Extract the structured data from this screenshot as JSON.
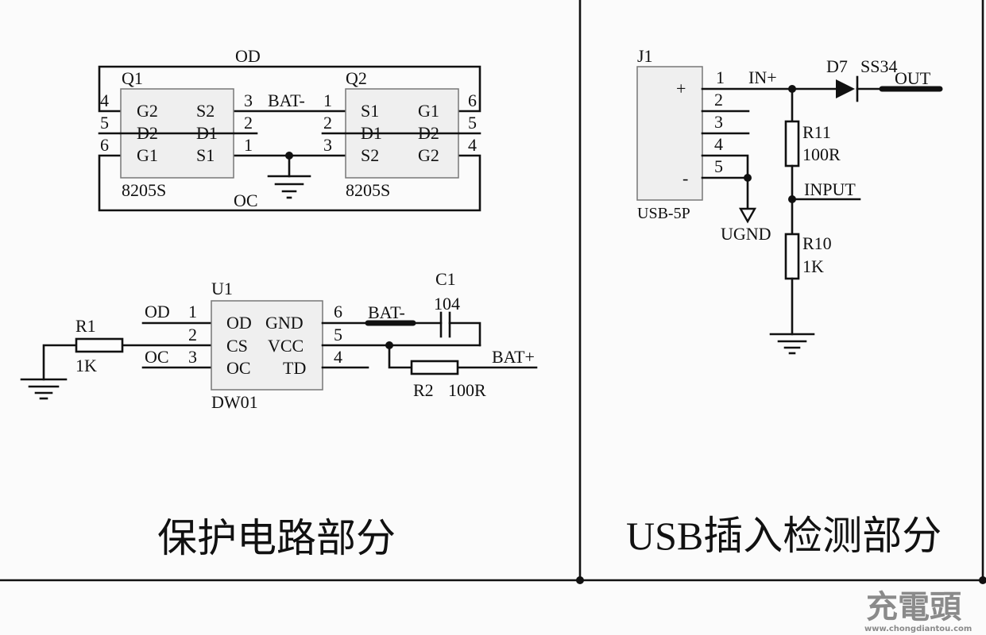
{
  "sections": {
    "protection": {
      "title": "保护电路部分",
      "q1": {
        "ref": "Q1",
        "part": "8205S",
        "pins_left": [
          {
            "num": "4",
            "name": "G2"
          },
          {
            "num": "5",
            "name": "D2"
          },
          {
            "num": "6",
            "name": "G1"
          }
        ],
        "pins_right": [
          {
            "num": "3",
            "name": "S2"
          },
          {
            "num": "2",
            "name": "D1"
          },
          {
            "num": "1",
            "name": "S1"
          }
        ]
      },
      "q2": {
        "ref": "Q2",
        "part": "8205S",
        "pins_left": [
          {
            "num": "1",
            "name": "S1"
          },
          {
            "num": "2",
            "name": "D1"
          },
          {
            "num": "3",
            "name": "S2"
          }
        ],
        "pins_right": [
          {
            "num": "6",
            "name": "G1"
          },
          {
            "num": "5",
            "name": "D2"
          },
          {
            "num": "4",
            "name": "G2"
          }
        ]
      },
      "nets": {
        "od": "OD",
        "oc": "OC",
        "bat_minus": "BAT-",
        "bat_plus": "BAT+"
      },
      "u1": {
        "ref": "U1",
        "part": "DW01",
        "pins_left": [
          {
            "num": "1",
            "name": "OD"
          },
          {
            "num": "2",
            "name": "CS"
          },
          {
            "num": "3",
            "name": "OC"
          }
        ],
        "pins_right": [
          {
            "num": "6",
            "name": "GND"
          },
          {
            "num": "5",
            "name": "VCC"
          },
          {
            "num": "4",
            "name": "TD"
          }
        ]
      },
      "r1": {
        "ref": "R1",
        "value": "1K"
      },
      "r2": {
        "ref": "R2",
        "value": "100R"
      },
      "c1": {
        "ref": "C1",
        "value": "104"
      },
      "u1_net_od": "OD",
      "u1_net_oc": "OC"
    },
    "usb_detect": {
      "title": "USB插入检测部分",
      "j1": {
        "ref": "J1",
        "part": "USB-5P",
        "plus": "+",
        "minus": "-",
        "pins": [
          "1",
          "2",
          "3",
          "4",
          "5"
        ]
      },
      "d7": {
        "ref": "D7",
        "part": "SS34"
      },
      "r11": {
        "ref": "R11",
        "value": "100R"
      },
      "r10": {
        "ref": "R10",
        "value": "1K"
      },
      "nets": {
        "in_plus": "IN+",
        "out": "OUT",
        "input": "INPUT",
        "ugnd": "UGND"
      }
    }
  },
  "watermark": {
    "brand": "充電頭",
    "url": "www.chongdiantou.com"
  }
}
